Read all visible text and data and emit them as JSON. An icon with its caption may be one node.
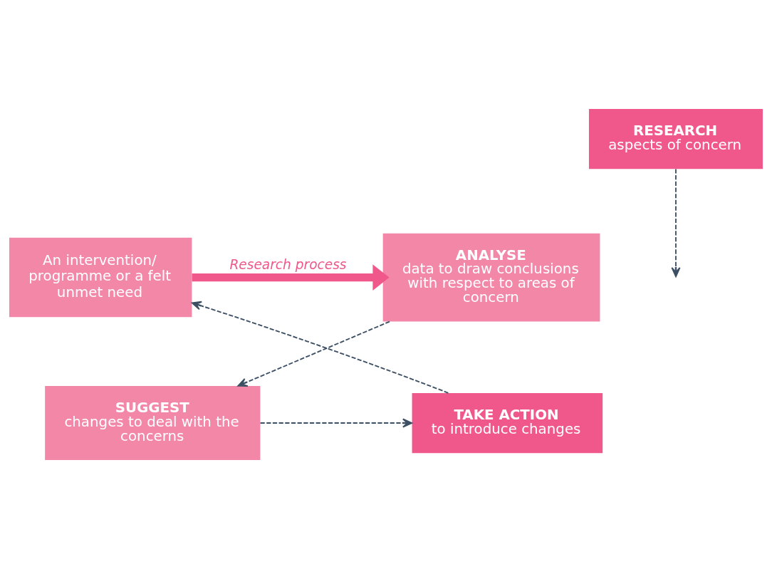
{
  "diagram": {
    "nodes": [
      {
        "text": [
          "RESEARCH",
          "aspects of concern"
        ]
      },
      {
        "text": [
          "An intervention/ programme or a felt unmet need"
        ]
      },
      {
        "text": [
          "ANALYSE",
          "data to draw conclusions with respect to areas of concern"
        ]
      },
      {
        "text": [
          "SUGGEST",
          "changes to deal with the concerns"
        ]
      },
      {
        "text": [
          "TAKE ACTION",
          "to introduce changes"
        ]
      }
    ],
    "edges": [
      {
        "from": 1,
        "to": 2,
        "arrow": "to",
        "label": "Research process",
        "style": "thick",
        "color": "#f0588c"
      },
      {
        "from": 0,
        "to": null,
        "arrow": "to",
        "style": "dashed"
      },
      {
        "from": 2,
        "to": 3,
        "arrow": "to",
        "style": "dashed"
      },
      {
        "from": 3,
        "to": 4,
        "arrow": "to",
        "style": "dashed"
      },
      {
        "from": 4,
        "to": 1,
        "arrow": "to",
        "style": "dashed"
      }
    ]
  }
}
